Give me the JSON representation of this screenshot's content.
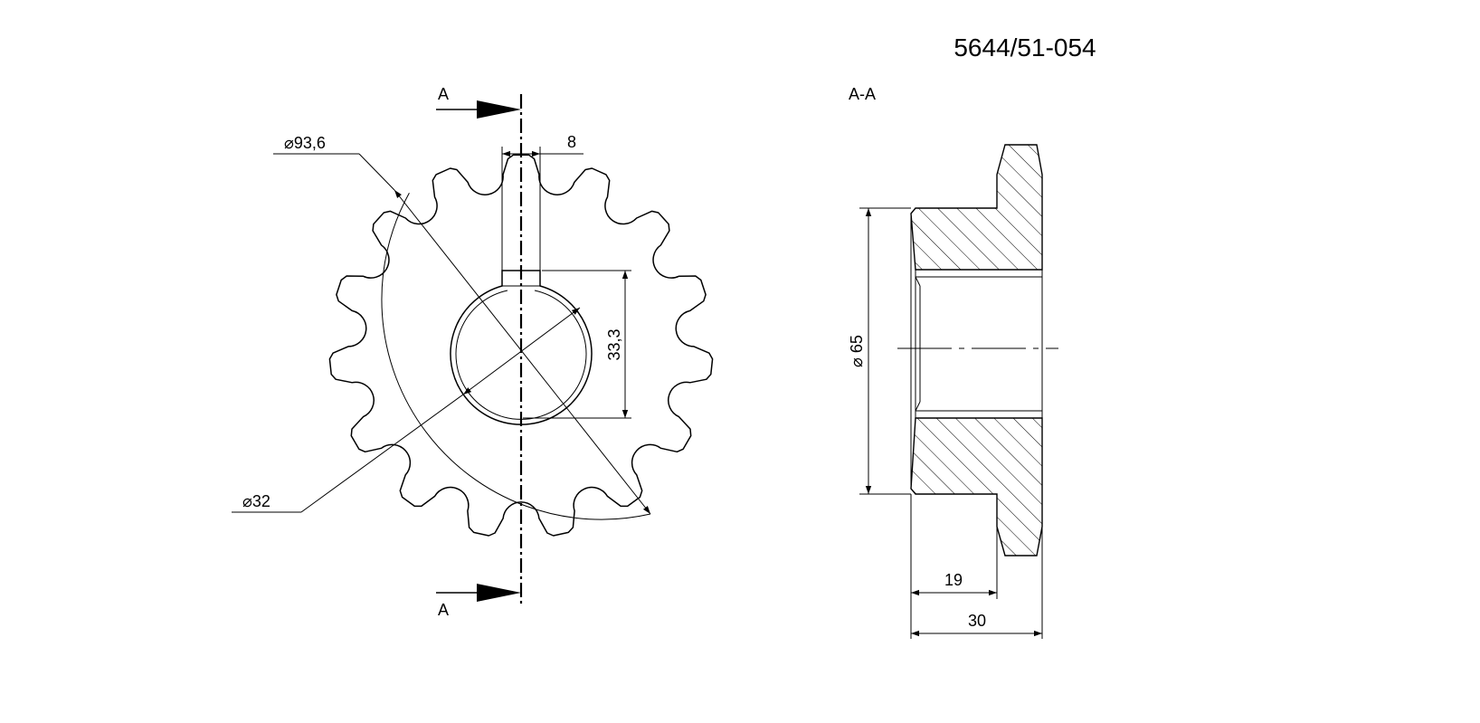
{
  "drawing": {
    "part_number": "5644/51-054",
    "section_view_label": "A-A",
    "section_marker_top": "A",
    "section_marker_bottom": "A"
  },
  "sprocket": {
    "tooth_count": 15
  },
  "dimensions": {
    "tip_diameter": "93,6",
    "bore_diameter": "32",
    "keyway_width": "8",
    "keyway_depth": "33,3",
    "hub_diameter": "65",
    "hub_length": "19",
    "overall_width": "30"
  },
  "colors": {
    "line": "#000000",
    "background": "#ffffff"
  }
}
